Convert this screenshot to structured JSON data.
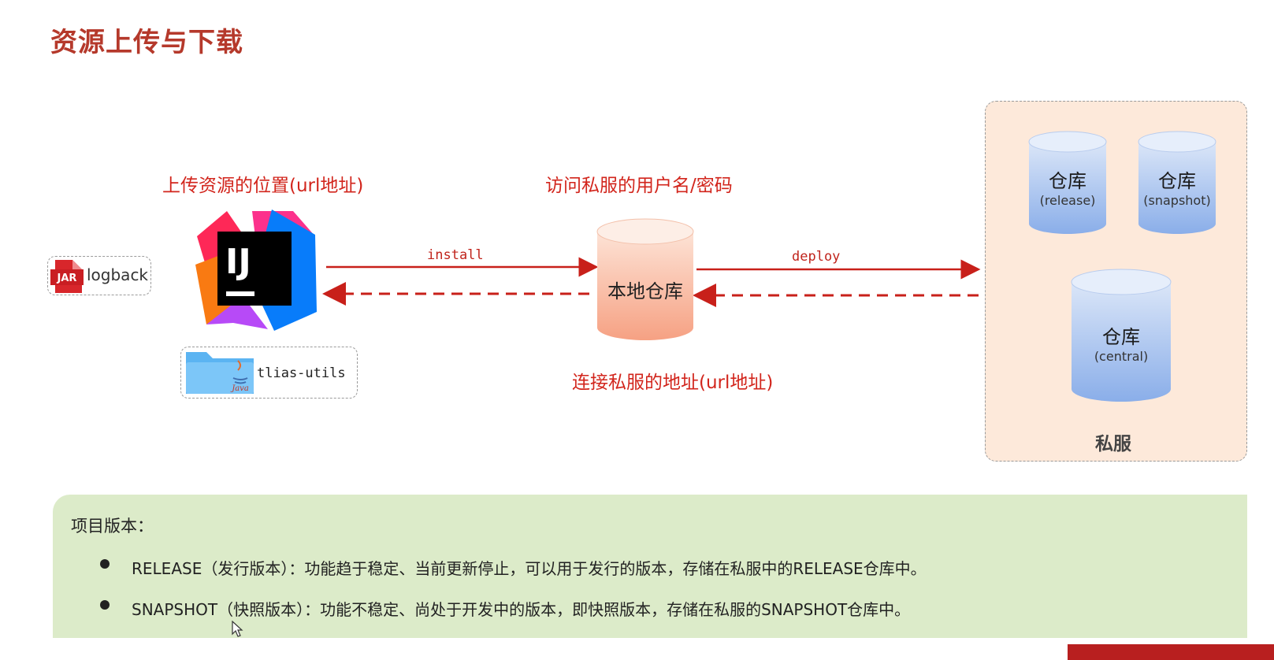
{
  "title": "资源上传与下载",
  "labels": {
    "upload_location": "上传资源的位置(url地址)",
    "credentials": "访问私服的用户名/密码",
    "connect_address": "连接私服的地址(url地址)"
  },
  "ide_logo_text": "IJ",
  "jar": {
    "badge": "JAR",
    "name": "logback"
  },
  "folder": {
    "badge": "Java",
    "name": "tlias-utils"
  },
  "arrows": {
    "install": "install",
    "deploy": "deploy"
  },
  "local_repo": "本地仓库",
  "private_server": {
    "label": "私服",
    "repos": [
      {
        "name": "仓库",
        "type": "(release)"
      },
      {
        "name": "仓库",
        "type": "(snapshot)"
      },
      {
        "name": "仓库",
        "type": "(central)"
      }
    ]
  },
  "versions": {
    "title": "项目版本：",
    "items": [
      "RELEASE（发行版本）：功能趋于稳定、当前更新停止，可以用于发行的版本，存储在私服中的RELEASE仓库中。",
      "SNAPSHOT（快照版本）：功能不稳定、尚处于开发中的版本，即快照版本，存储在私服的SNAPSHOT仓库中。"
    ]
  },
  "colors": {
    "title": "#b5392b",
    "label_red": "#d2251c",
    "arrow_red": "#c8201a",
    "private_bg": "#fde9da",
    "version_bg": "#dcebc9",
    "repo_blue": "#8fb0e8",
    "local_orange": "#f7a98a"
  }
}
